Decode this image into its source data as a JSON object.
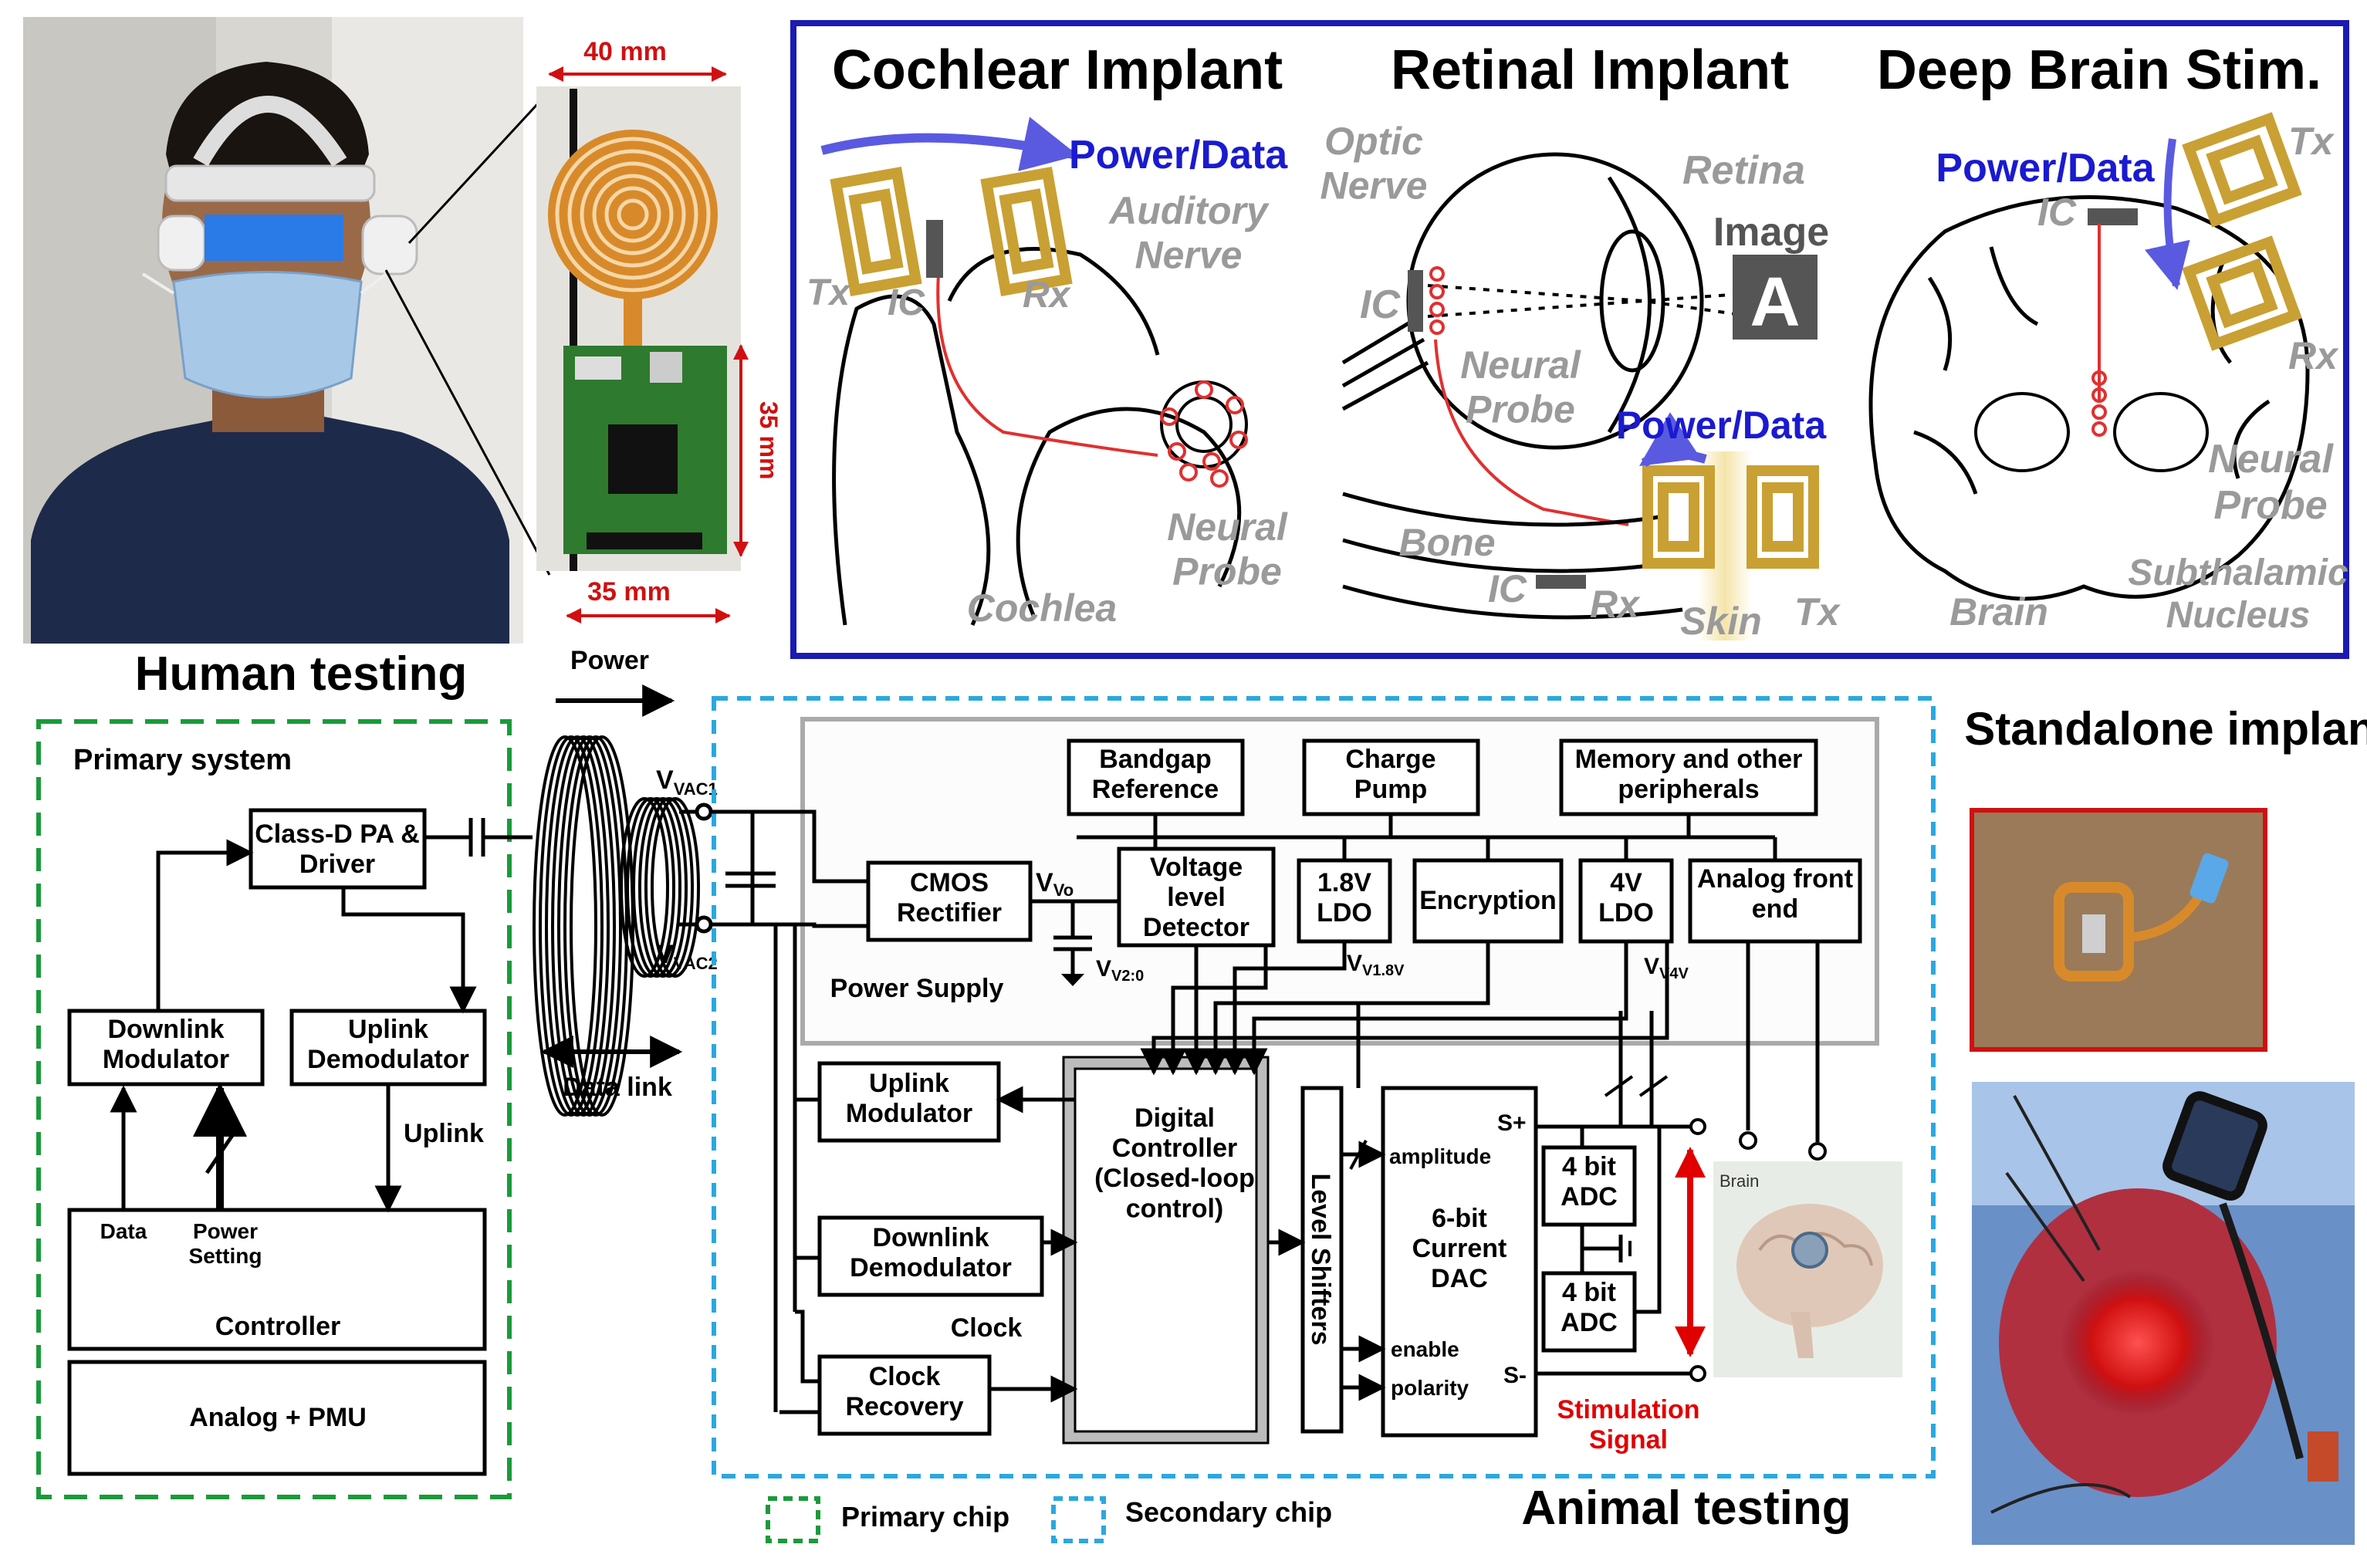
{
  "photos": {
    "human_testing_label": "Human testing",
    "coil_width": "40 mm",
    "board_height": "35 mm",
    "board_width": "35 mm",
    "standalone_label": "Standalone implant",
    "brain_thumb_label": "Brain"
  },
  "applications": {
    "cochlear": {
      "title": "Cochlear Implant",
      "power_data": "Power/Data",
      "tx": "Tx",
      "ic": "IC",
      "rx": "Rx",
      "auditory_nerve": "Auditory\nNerve",
      "neural_probe": "Neural\nProbe",
      "cochlea": "Cochlea"
    },
    "retinal": {
      "title": "Retinal Implant",
      "optic_nerve": "Optic\nNerve",
      "retina": "Retina",
      "image": "Image",
      "image_letter": "A",
      "ic_top": "IC",
      "neural_probe": "Neural\nProbe",
      "power_data": "Power/Data",
      "bone": "Bone",
      "ic_bottom": "IC",
      "rx": "Rx",
      "skin": "Skin",
      "tx": "Tx"
    },
    "dbs": {
      "title": "Deep Brain Stim.",
      "power_data": "Power/Data",
      "ic": "IC",
      "tx": "Tx",
      "rx": "Rx",
      "neural_probe": "Neural\nProbe",
      "subthalamic": "Subthalamic\nNucleus",
      "brain": "Brain"
    }
  },
  "primary": {
    "title": "Primary system",
    "class_d": "Class-D PA &\nDriver",
    "downlink_mod": "Downlink\nModulator",
    "uplink_demod": "Uplink\nDemodulator",
    "uplink": "Uplink",
    "data": "Data",
    "power_setting": "Power\nSetting",
    "controller": "Controller",
    "analog_pmu": "Analog + PMU"
  },
  "link": {
    "power": "Power",
    "data_link": "Data link",
    "vac1": "VAC1",
    "vac2": "VAC2"
  },
  "secondary": {
    "bandgap": "Bandgap\nReference",
    "charge_pump": "Charge\nPump",
    "memory": "Memory and other\nperipherals",
    "cmos_rect": "CMOS\nRectifier",
    "vo": "Vo",
    "voltage_detector": "Voltage\nlevel\nDetector",
    "ldo18": "1.8V\nLDO",
    "encryption": "Encryption",
    "ldo4": "4V\nLDO",
    "afe": "Analog front\nend",
    "v20": "V2:0",
    "v18": "V1.8V",
    "v4": "V4V",
    "power_supply": "Power Supply",
    "uplink_mod": "Uplink\nModulator",
    "downlink_demod": "Downlink\nDemodulator",
    "clock": "Clock",
    "clock_recovery": "Clock\nRecovery",
    "digital_ctrl": "Digital\nController\n\n(Closed-loop\ncontrol)",
    "level_shifters": "Level Shifters",
    "amplitude": "amplitude",
    "enable": "enable",
    "polarity": "polarity",
    "dac": "6-bit\nCurrent\nDAC",
    "s_plus": "S+",
    "s_minus": "S-",
    "adc1": "4 bit\nADC",
    "adc2": "4 bit\nADC",
    "stim_signal": "Stimulation\nSignal"
  },
  "legend": {
    "primary_chip": "Primary chip",
    "secondary_chip": "Secondary chip",
    "animal_testing": "Animal testing"
  },
  "colors": {
    "primary_border": "#1a9a3a",
    "secondary_border": "#2aa8e0",
    "app_border": "#1a1ab4",
    "power_data_text": "#1a1ad0",
    "stim_red": "#e00000",
    "dim_red": "#d01010",
    "coil_gold": "#c9a033",
    "probe_red": "#e03030"
  }
}
